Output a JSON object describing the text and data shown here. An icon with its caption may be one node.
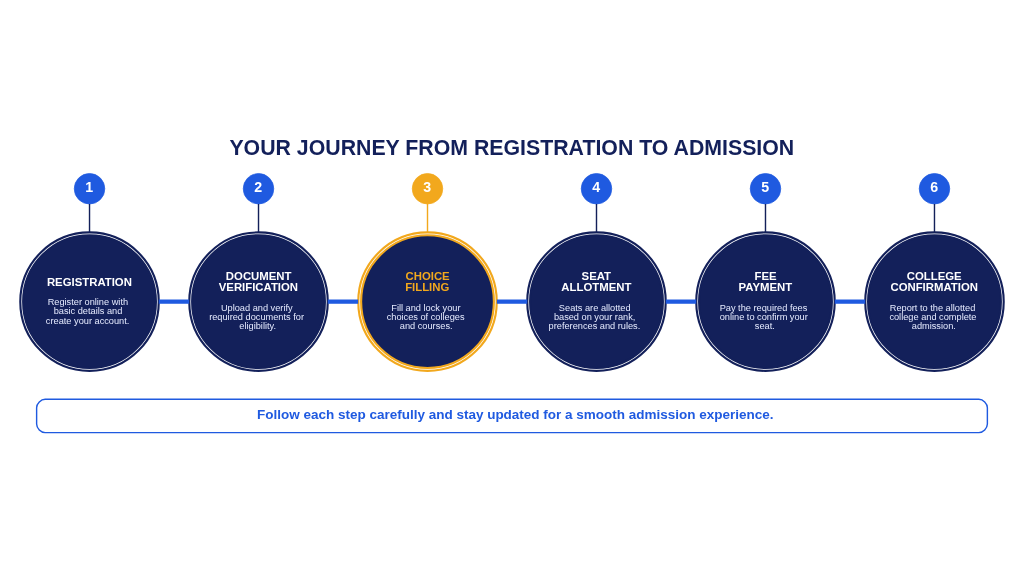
{
  "diagram": {
    "title": "YOUR JOURNEY FROM REGISTRATION TO ADMISSION",
    "nodes": [
      {
        "text": [
          "1"
        ]
      },
      {
        "text": [
          "REGISTRATION",
          "Register online with basic details and create your account."
        ]
      },
      {
        "text": [
          "2"
        ]
      },
      {
        "text": [
          "DOCUMENT VERIFICATION",
          "Upload and verify required documents for eligibility."
        ]
      },
      {
        "text": [
          "3"
        ]
      },
      {
        "text": [
          "CHOICE FILLING",
          "Fill and lock your choices of colleges and courses."
        ]
      },
      {
        "text": [
          "4"
        ]
      },
      {
        "text": [
          "SEAT ALLOTMENT",
          "Seats are allotted based on your rank, preferences and rules."
        ]
      },
      {
        "text": [
          "5"
        ]
      },
      {
        "text": [
          "FEE PAYMENT",
          "Pay the required fees online to confirm your seat."
        ]
      },
      {
        "text": [
          "6"
        ]
      },
      {
        "text": [
          "COLLEGE CONFIRMATION",
          "Report to the allotted college and complete admission."
        ]
      },
      {
        "text": [
          "Follow each step carefully and stay updated for a smooth admission experience."
        ]
      }
    ],
    "edges": [
      {
        "from": 0,
        "to": 1,
        "arrow": "none",
        "color": "#13205a"
      },
      {
        "from": 2,
        "to": 3,
        "arrow": "none",
        "color": "#13205a"
      },
      {
        "from": 4,
        "to": 5,
        "arrow": "none",
        "color": "#f2a81d"
      },
      {
        "from": 6,
        "to": 7,
        "arrow": "none",
        "color": "#13205a"
      },
      {
        "from": 8,
        "to": 9,
        "arrow": "none",
        "color": "#13205a"
      },
      {
        "from": 10,
        "to": 11,
        "arrow": "none",
        "color": "#13205a"
      },
      {
        "from": 1,
        "to": 3,
        "arrow": "none",
        "style": "thick",
        "color": "#1f5ae0"
      },
      {
        "from": 3,
        "to": 5,
        "arrow": "none",
        "style": "thick",
        "color": "#1f5ae0"
      },
      {
        "from": 5,
        "to": 7,
        "arrow": "none",
        "style": "thick",
        "color": "#1f5ae0"
      },
      {
        "from": 7,
        "to": 9,
        "arrow": "none",
        "style": "thick",
        "color": "#1f5ae0"
      },
      {
        "from": 9,
        "to": 11,
        "arrow": "none",
        "style": "thick",
        "color": "#1f5ae0"
      }
    ]
  }
}
